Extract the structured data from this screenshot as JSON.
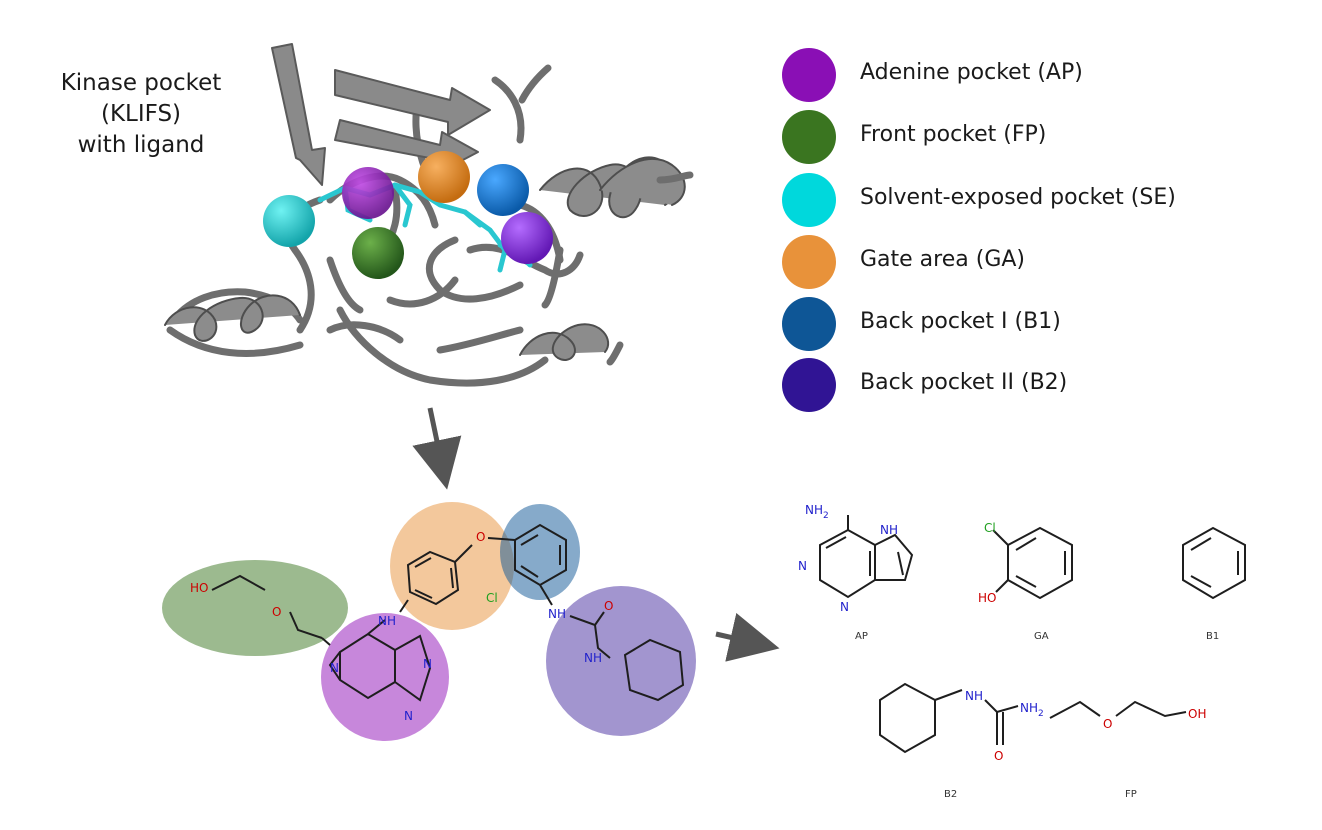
{
  "title_lines": [
    "Kinase pocket",
    "(KLIFS)",
    "with ligand"
  ],
  "legend": [
    {
      "label": "Adenine pocket (AP)",
      "color": "#8a0fb5"
    },
    {
      "label": "Front pocket (FP)",
      "color": "#3a7520"
    },
    {
      "label": "Solvent-exposed pocket (SE)",
      "color": "#00d8dc"
    },
    {
      "label": "Gate area (GA)",
      "color": "#e8923a"
    },
    {
      "label": "Back pocket I (B1)",
      "color": "#0e5696"
    },
    {
      "label": "Back pocket II (B2)",
      "color": "#301494"
    }
  ],
  "ligand_atoms": {
    "ho": "HO",
    "o_ether": "O",
    "n_pyrrole": "N",
    "nh_amine": "NH",
    "n_ring1": "N",
    "n_ring2": "N",
    "o_bridge": "O",
    "cl": "Cl",
    "nh_urea1": "NH",
    "nh_urea2": "NH",
    "o_urea": "O"
  },
  "fragments": {
    "ap": {
      "caption": "AP",
      "nh2": "NH",
      "nh2_sub": "2",
      "nh": "NH",
      "n1": "N",
      "n2": "N"
    },
    "ga": {
      "caption": "GA",
      "cl": "Cl",
      "ho": "HO"
    },
    "b1": {
      "caption": "B1"
    },
    "b2": {
      "caption": "B2",
      "nh": "NH",
      "nh2": "NH",
      "nh2_sub": "2",
      "o": "O"
    },
    "fp": {
      "caption": "FP",
      "o": "O",
      "oh": "OH"
    }
  }
}
